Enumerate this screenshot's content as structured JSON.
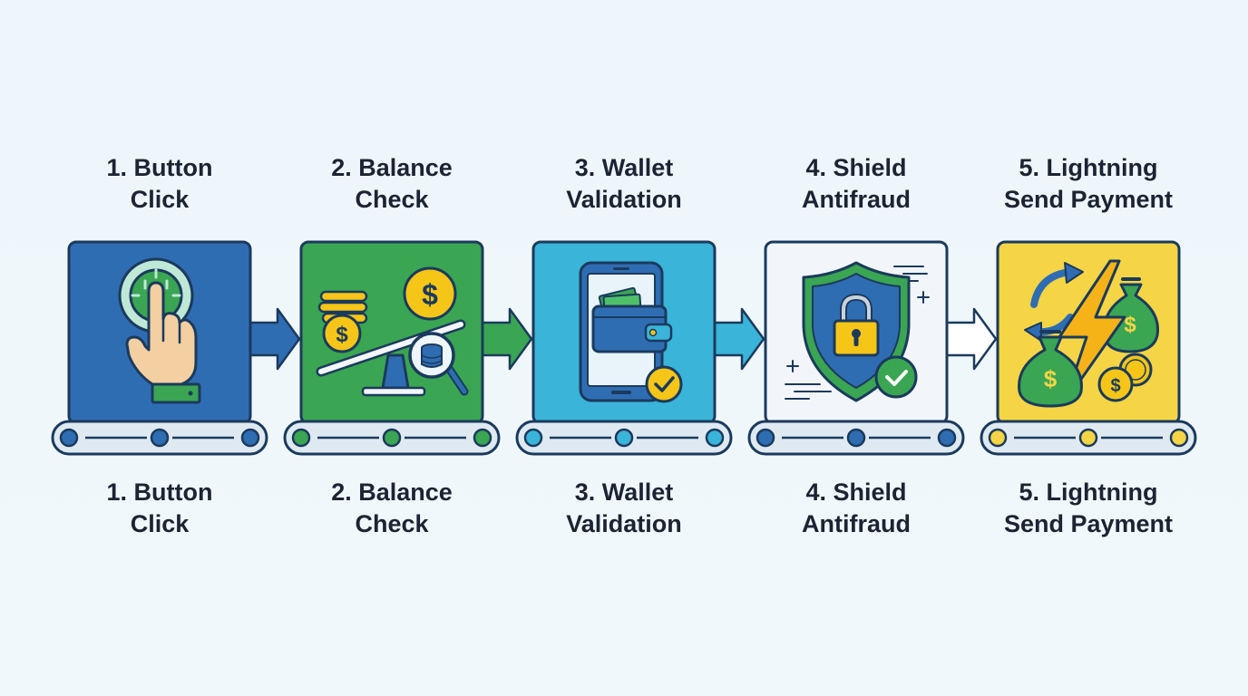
{
  "steps": [
    {
      "title_line1": "1. Button",
      "title_line2": "Click",
      "color": "#2f6db3",
      "icon": "hand-pointer-icon"
    },
    {
      "title_line1": "2. Balance",
      "title_line2": "Check",
      "color": "#3aa553",
      "icon": "balance-scale-icon"
    },
    {
      "title_line1": "3. Wallet",
      "title_line2": "Validation",
      "color": "#3ab4d9",
      "icon": "wallet-phone-icon"
    },
    {
      "title_line1": "4. Shield",
      "title_line2": "Antifraud",
      "color": "#f2f6fa",
      "icon": "shield-lock-icon"
    },
    {
      "title_line1": "5. Lightning",
      "title_line2": "Send Payment",
      "color": "#f5d545",
      "icon": "lightning-money-icon"
    }
  ],
  "outline_color": "#1b3a5c",
  "dollar_sign": "$"
}
